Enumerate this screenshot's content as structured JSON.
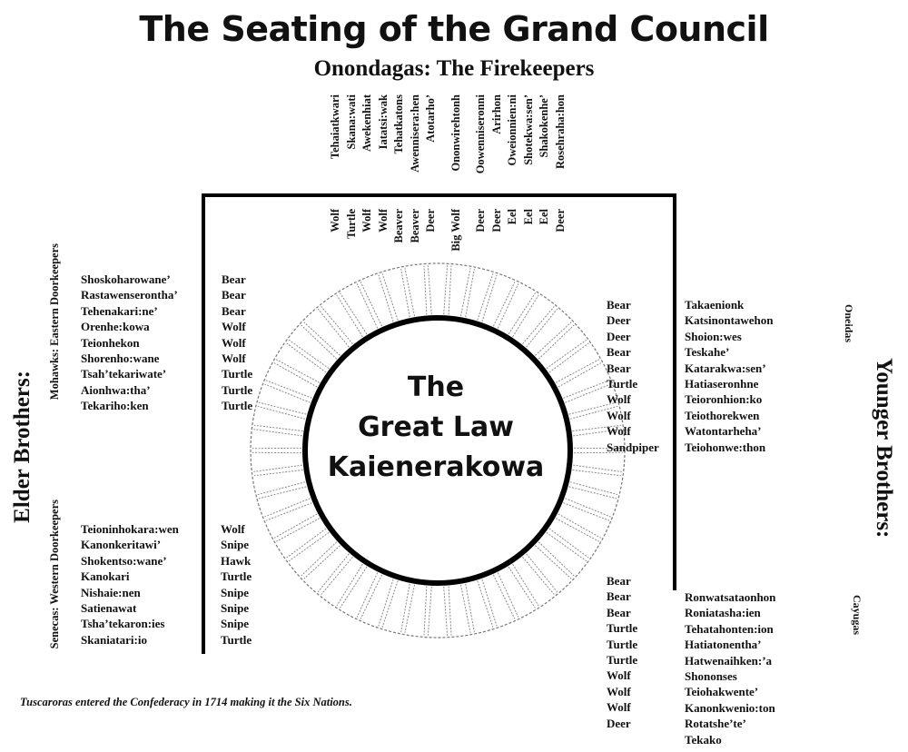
{
  "title": "The Seating of the Grand Council",
  "subtitle": "Onondagas: The Firekeepers",
  "center": {
    "line1": "The",
    "line2": "Great Law",
    "line3": "Kaienerakowa"
  },
  "side_labels": {
    "elder": "Elder Brothers:",
    "younger": "Younger Brothers:",
    "mohawks": "Mohawks: Eastern Doorkeepers",
    "senecas": "Senecas: Western Doorkeepers",
    "oneidas": "Oneidas",
    "cayugas": "Cayugas"
  },
  "onondaga_names": [
    "Tehaiatkwari",
    "Skana:wati",
    "Awekenhiat",
    "Iatatsi:wak",
    "Tehatkatons",
    "Awennisera:hen",
    "Atotarho’",
    "Ononwirehtonh",
    "Oowenniseronni",
    "Arirhon",
    "Oweionnien:ni",
    "Shotekwa:sen’",
    "Shakokenhe’",
    "Rosehraha:hon"
  ],
  "onondaga_clans": [
    "Wolf",
    "Turtle",
    "Wolf",
    "Wolf",
    "Beaver",
    "Beaver",
    "Deer",
    "Big Wolf",
    "Deer",
    "Deer",
    "Eel",
    "Eel",
    "Eel",
    "Deer"
  ],
  "mohawk_names": [
    "Shoskoharowane’",
    "Rastawenserontha’",
    "Tehenakari:ne’",
    "Orenhe:kowa",
    "Teionhekon",
    "Shorenho:wane",
    "Tsah’tekariwate’",
    "Aionhwa:tha’",
    "Tekariho:ken"
  ],
  "mohawk_clans": [
    "Bear",
    "Bear",
    "Bear",
    "Wolf",
    "Wolf",
    "Wolf",
    "Turtle",
    "Turtle",
    "Turtle"
  ],
  "seneca_names": [
    "Teioninhokara:wen",
    "Kanonkeritawi’",
    "Shokentso:wane’",
    "Kanokari",
    "Nishaie:nen",
    "Satienawat",
    "Tsha’tekaron:ies",
    "Skaniatari:io"
  ],
  "seneca_clans": [
    "Wolf",
    "Snipe",
    "Hawk",
    "Turtle",
    "Snipe",
    "Snipe",
    "Snipe",
    "Turtle"
  ],
  "oneida_clans": [
    "Bear",
    "Deer",
    "Deer",
    "Bear",
    "Bear",
    "Turtle",
    "Wolf",
    "Wolf",
    "Wolf",
    "Sandpiper"
  ],
  "oneida_names": [
    "Takaenionk",
    "Katsinontawehon",
    "Shoion:wes",
    "Teskahe’",
    "Katarakwa:sen’",
    "Hatiaseronhne",
    "Teioronhion:ko",
    "Teiothorekwen",
    "Watontarheha’",
    "Teiohonwe:thon"
  ],
  "cayuga_clans": [
    "Bear",
    "Bear",
    "Bear",
    "Turtle",
    "Turtle",
    "Turtle",
    "Wolf",
    "Wolf",
    "Wolf",
    "Deer"
  ],
  "cayuga_names": [
    "Ronwatsataonhon",
    "Roniatasha:ien",
    "Tehatahonten:ion",
    "Hatiatonentha’",
    "Hatwenaihken:’a",
    "Shononses",
    "Teiohakwente’",
    "Kanonkwenio:ton",
    "Rotatshe’te’",
    "Tekako"
  ],
  "footnote": "Tuscaroras entered the Confederacy in 1714 making it the Six Nations."
}
